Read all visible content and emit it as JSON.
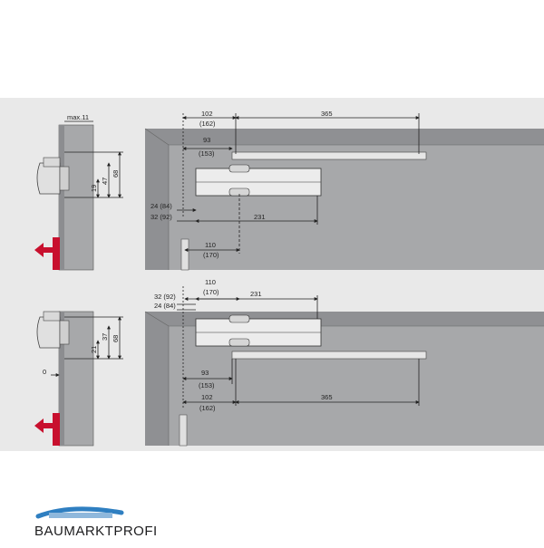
{
  "top_view": {
    "label_max": "max.11",
    "label_68": "68",
    "label_47": "47",
    "label_19": "19",
    "label_102": "102",
    "label_162": "(162)",
    "label_365": "365",
    "label_93": "93",
    "label_153": "(153)",
    "label_24_84": "24 (84)",
    "label_32_92": "32 (92)",
    "label_231": "231",
    "label_110": "110",
    "label_170": "(170)"
  },
  "bottom_view": {
    "label_68": "68",
    "label_37": "37",
    "label_21": "21",
    "label_0": "0",
    "label_32_92": "32 (92)",
    "label_24_84": "24 (84)",
    "label_110": "110",
    "label_170": "(170)",
    "label_231": "231",
    "label_93": "93",
    "label_153": "(153)",
    "label_102": "102",
    "label_162": "(162)",
    "label_365": "365"
  },
  "brand": {
    "logo_text": "BAUMARKTPROFI"
  },
  "colors": {
    "panel_bg": "#e9e9e9",
    "door_gray": "#a7a8aa",
    "frame_gray": "#8c8d90",
    "arrow_red": "#c8102e",
    "logo_blue": "#2f7fc1"
  }
}
